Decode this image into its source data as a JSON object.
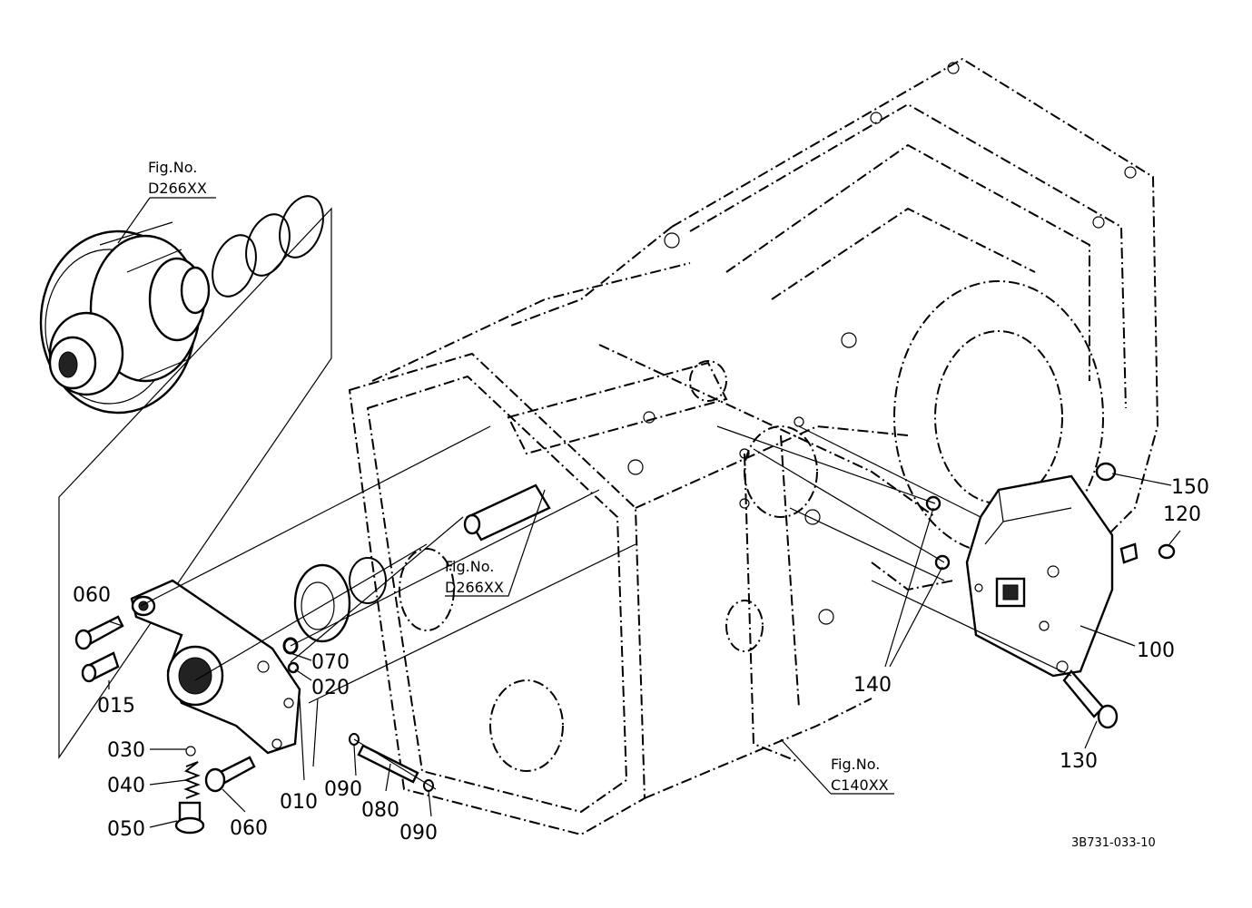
{
  "figure_refs": [
    {
      "id": "top",
      "line1": "Fig.No.",
      "line2": "D266XX"
    },
    {
      "id": "mid",
      "line1": "Fig.No.",
      "line2": "D266XX"
    },
    {
      "id": "bottom",
      "line1": "Fig.No.",
      "line2": "C140XX"
    }
  ],
  "parts": {
    "p060a": "060",
    "p015": "015",
    "p070": "070",
    "p020": "020",
    "p030": "030",
    "p040": "040",
    "p050": "050",
    "p060b": "060",
    "p010": "010",
    "p090a": "090",
    "p080": "080",
    "p090b": "090",
    "p140": "140",
    "p150": "150",
    "p120": "120",
    "p100": "100",
    "p130": "130"
  },
  "drawing_code": "3B731-033-10"
}
